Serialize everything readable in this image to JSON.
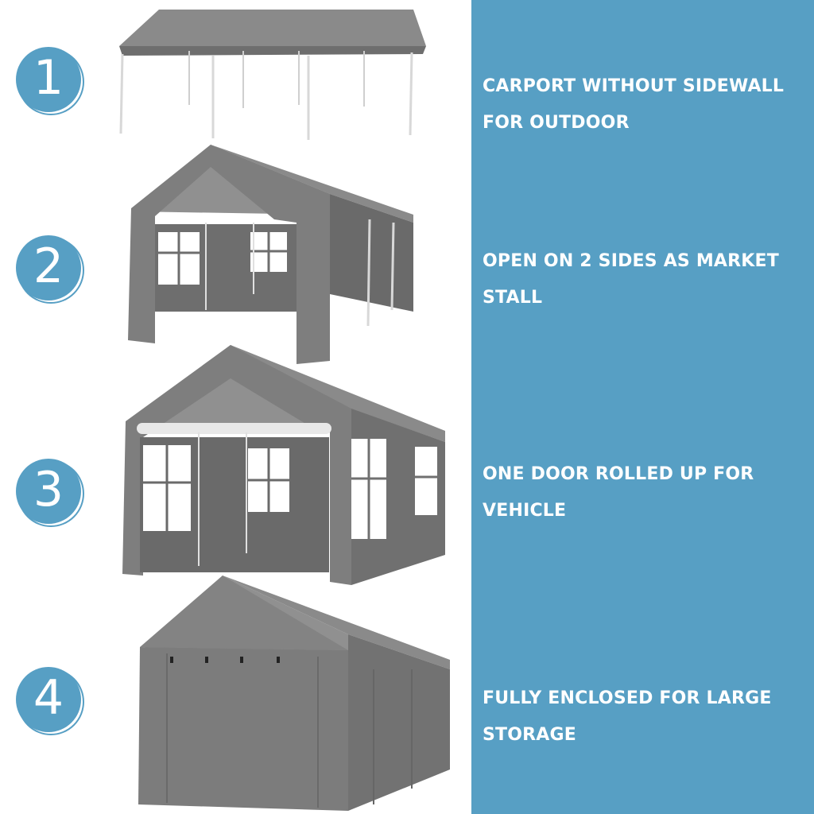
{
  "colors": {
    "panel": "#579fc4",
    "badge": "#579fc4",
    "canvas_top": "#8a8a8a",
    "canvas_side": "#6e6e6e",
    "canvas_wall": "#7a7a7a",
    "window": "#ffffff",
    "pole": "#dcdcdc"
  },
  "steps": [
    {
      "number": "1",
      "lines": [
        "CARPORT WITHOUT SIDEWALL",
        "FOR OUTDOOR"
      ],
      "image": "carport-without-sidewall-image"
    },
    {
      "number": "2",
      "lines": [
        "OPEN ON 2 SIDES AS MARKET",
        "STALL"
      ],
      "image": "market-stall-image"
    },
    {
      "number": "3",
      "lines": [
        "ONE DOOR ROLLED UP FOR",
        "VEHICLE"
      ],
      "image": "door-rolled-up-image"
    },
    {
      "number": "4",
      "lines": [
        "FULLY ENCLOSED FOR LARGE",
        "STORAGE"
      ],
      "image": "fully-enclosed-image"
    }
  ]
}
